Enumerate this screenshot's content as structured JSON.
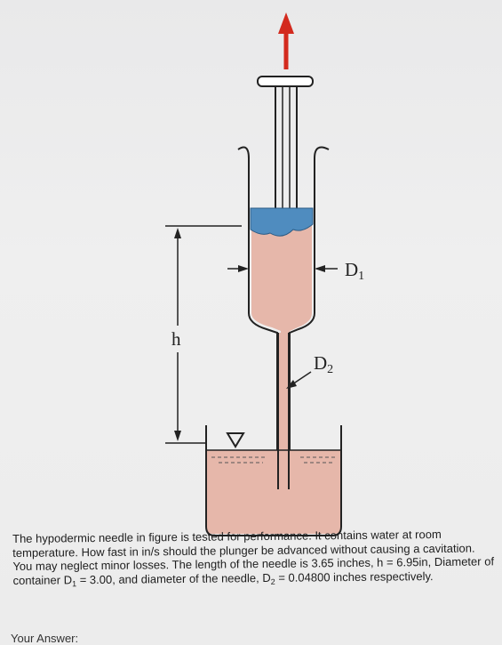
{
  "colors": {
    "arrow_red": "#d32a1e",
    "liquid_pink": "#e6b7aa",
    "plunger_blue": "#4f8cbf",
    "outline": "#222222"
  },
  "diagram": {
    "label_d1_main": "D",
    "label_d1_sub": "1",
    "label_d2_main": "D",
    "label_d2_sub": "2",
    "label_h": "h"
  },
  "problem": {
    "text_before_d1": "The hypodermic needle in figure is tested for performance. It contains water at room temperature. How fast in in/s should the plunger be advanced without causing a cavitation. You may neglect minor losses. The length of the needle is 3.65 inches, h = 6.95in, Diameter of container D",
    "d1_sub": "1",
    "text_between": " = 3.00, and diameter of the needle, D",
    "d2_sub": "2",
    "text_after": " = 0.04800 inches respectively."
  },
  "answer": {
    "label": "Your Answer:"
  }
}
